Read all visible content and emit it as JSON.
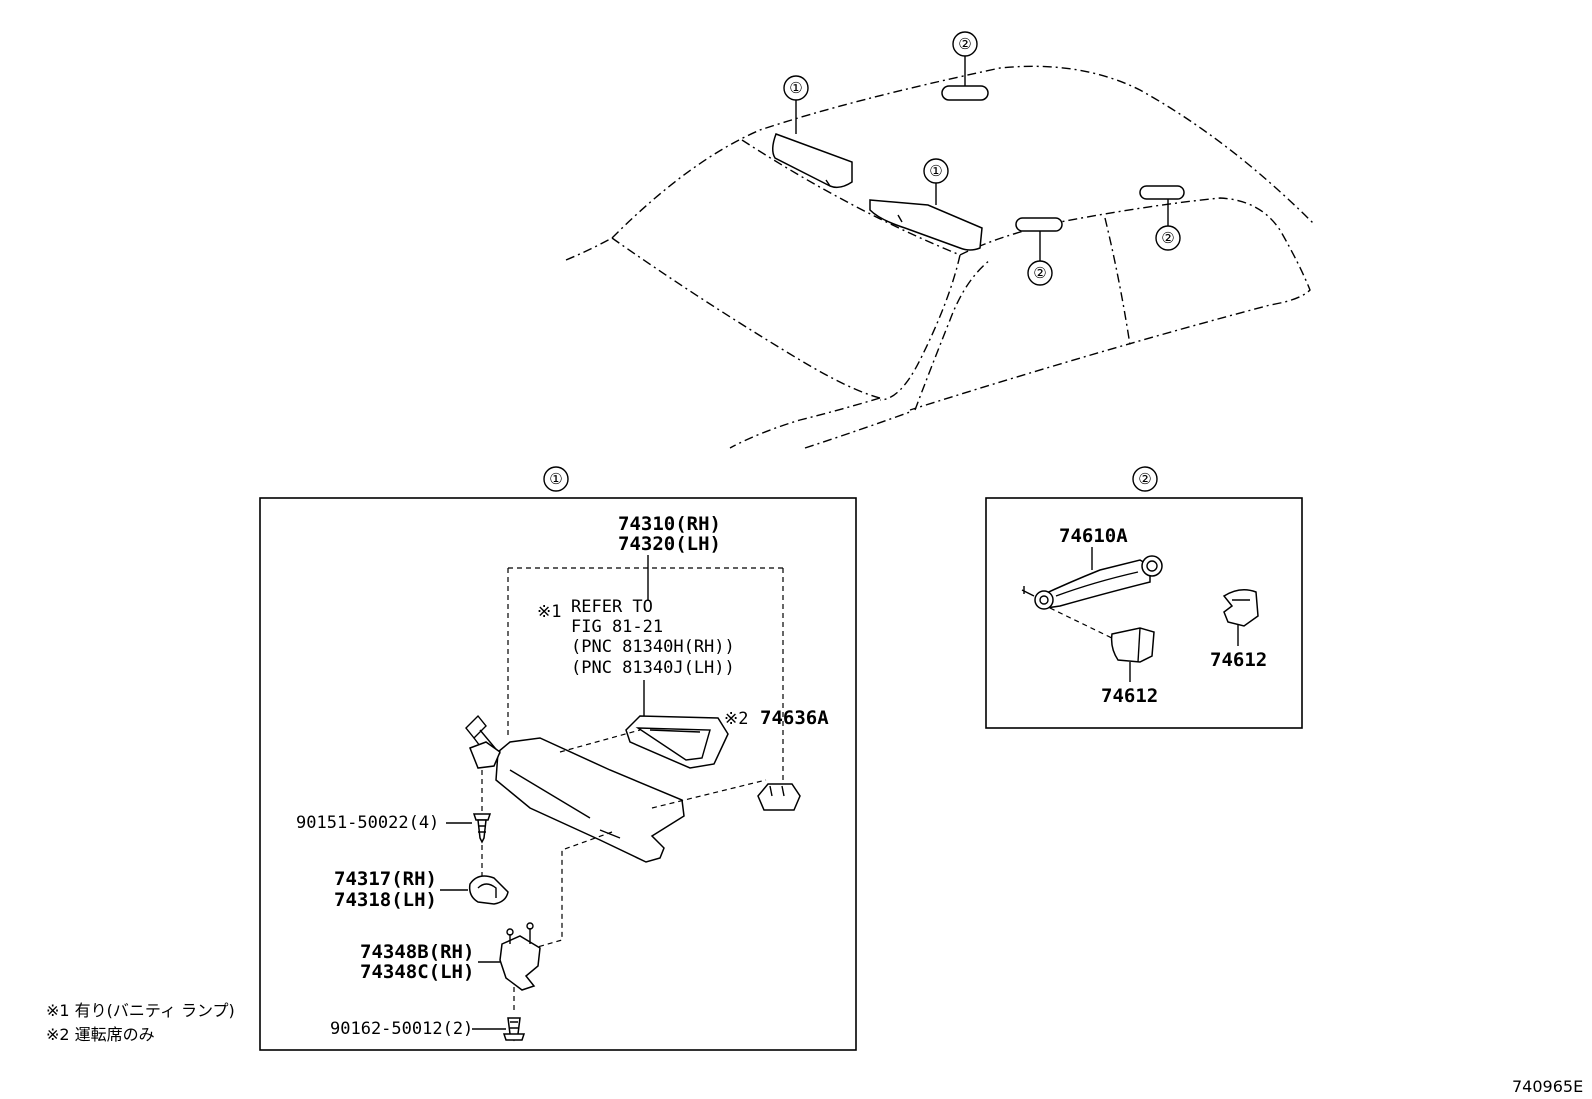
{
  "diagram": {
    "overview_callouts": [
      "①",
      "①",
      "②",
      "②",
      "②"
    ],
    "section1": {
      "callout": "①",
      "visor_pn_rh": "74310(RH)",
      "visor_pn_lh": "74320(LH)",
      "note1_mark": "※1",
      "refer_line1": "REFER TO",
      "refer_line2": "FIG 81-21",
      "refer_line3": "(PNC 81340H(RH))",
      "refer_line4": "(PNC 81340J(LH))",
      "note2_mark": "※2",
      "holder_pn": "74636A",
      "screw_upper_pn": "90151-50022(4)",
      "cover_pn_rh": "74317(RH)",
      "cover_pn_lh": "74318(LH)",
      "bracket_pn_rh": "74348B(RH)",
      "bracket_pn_lh": "74348C(LH)",
      "screw_lower_pn": "90162-50012(2)"
    },
    "section2": {
      "callout": "②",
      "grip_pn": "74610A",
      "cap_pn_a": "74612",
      "cap_pn_b": "74612"
    },
    "footnotes": {
      "note1": "※1 有り(バニティ ランプ)",
      "note2": "※2 運転席のみ"
    },
    "figure_id": "740965E"
  }
}
